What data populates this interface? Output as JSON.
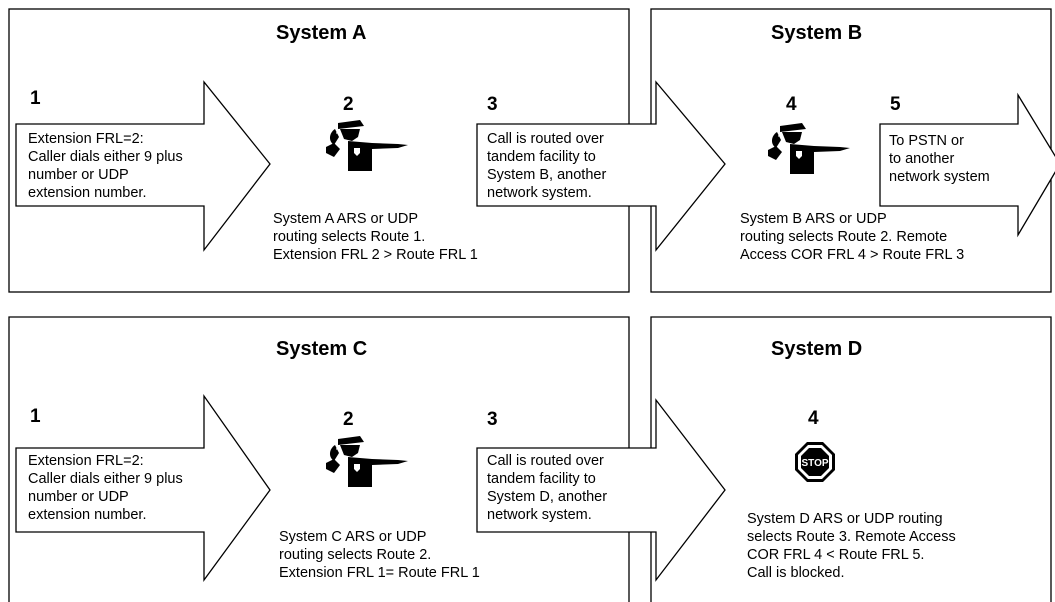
{
  "diagram": {
    "panels": [
      {
        "title": "System A",
        "steps": [
          {
            "number": "1",
            "lines": [
              "Extension FRL=2:",
              "Caller dials either 9 plus",
              "number or UDP",
              "extension number."
            ]
          },
          {
            "number": "2",
            "icon": "police-officer-icon",
            "lines": [
              "System A ARS or UDP",
              "routing selects Route 1.",
              "Extension FRL 2 > Route FRL 1"
            ]
          },
          {
            "number": "3",
            "lines": [
              "Call is routed over",
              "tandem facility to",
              "System B, another",
              "network system."
            ]
          }
        ]
      },
      {
        "title": "System B",
        "steps": [
          {
            "number": "4",
            "icon": "police-officer-icon",
            "lines": [
              "System B ARS or UDP",
              "routing selects Route 2. Remote",
              "Access COR FRL 4 > Route FRL 3"
            ]
          },
          {
            "number": "5",
            "lines": [
              "To PSTN or",
              "to another",
              "network system"
            ]
          }
        ]
      },
      {
        "title": "System C",
        "steps": [
          {
            "number": "1",
            "lines": [
              "Extension FRL=2:",
              "Caller dials either 9 plus",
              "number or UDP",
              "extension number."
            ]
          },
          {
            "number": "2",
            "icon": "police-officer-icon",
            "lines": [
              "System C ARS or UDP",
              "routing selects Route 2.",
              "Extension FRL 1= Route FRL 1"
            ]
          },
          {
            "number": "3",
            "lines": [
              "Call is routed over",
              "tandem facility to",
              "System D, another",
              "network system."
            ]
          }
        ]
      },
      {
        "title": "System D",
        "steps": [
          {
            "number": "4",
            "icon": "stop-sign-icon",
            "stop_label": "STOP",
            "lines": [
              "System D ARS or UDP routing",
              "selects Route 3. Remote Access",
              "COR FRL 4 < Route FRL 5.",
              "Call is blocked."
            ]
          }
        ]
      }
    ]
  }
}
